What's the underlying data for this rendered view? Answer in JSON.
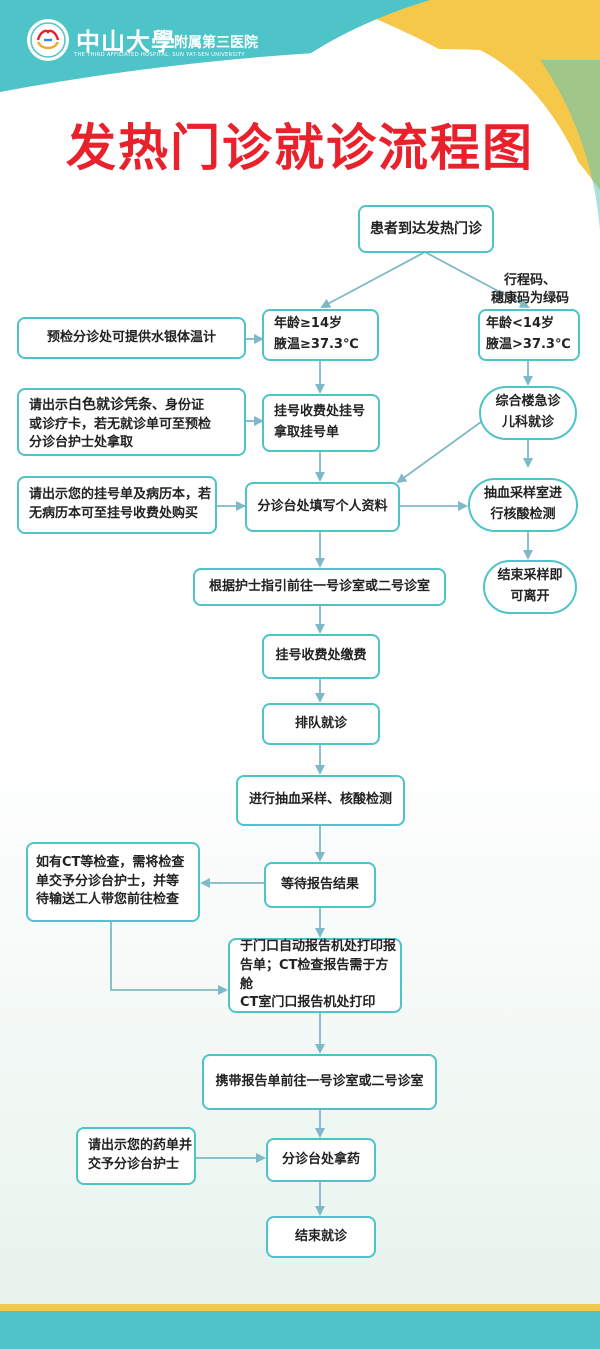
{
  "header": {
    "logo_main": "中山大學",
    "logo_sub": "附属第三医院",
    "logo_en": "THE THIRD AFFILIATED HOSPITAL, SUN YAT-SEN UNIVERSITY"
  },
  "title": "发热门诊就诊流程图",
  "colors": {
    "teal": "#4ec3c8",
    "yellow": "#f5c84a",
    "title_red": "#e8212c",
    "arrow": "#7fb8c9"
  },
  "nodes": {
    "start": "患者到达发热门诊",
    "green_code_note": "行程码、\n穗康码为绿码",
    "adult_cond": "年龄≥14岁\n腋温≥37.3℃",
    "child_cond": "年龄<14岁\n腋温>37.3℃",
    "thermometer_note": "预检分诊处可提供水银体温计",
    "id_docs_note_a": "请出示",
    "id_docs_note_b": "白色就诊凭条",
    "id_docs_note_c": "、身份证\n或诊疗卡，若无就诊单可至预检\n分诊台护士处拿取",
    "register": "挂号收费处挂号\n拿取挂号单",
    "emergency_peds": "综合楼急诊\n儿科就诊",
    "records_note": "请出示您的挂号单及病历本，若\n无病历本可至挂号收费处购买",
    "fill_info": "分诊台处填写个人资料",
    "sampling": "抽血采样室进\n行核酸检测",
    "leave": "结束采样即\n可离开",
    "go_room": "根据护士指引前往一号诊室或二号诊室",
    "pay": "挂号收费处缴费",
    "queue": "排队就诊",
    "blood_test": "进行抽血采样、核酸检测",
    "wait_report": "等待报告结果",
    "ct_note": "如有CT等检查，需将检查\n单交予分诊台护士，并等\n待输送工人带您前往检查",
    "print_report": "于门口自动报告机处打印报\n告单；CT检查报告需于方舱\nCT室门口报告机处打印",
    "bring_report": "携带报告单前往一号诊室或二号诊室",
    "medicine_note": "请出示您的药单并\n交予分诊台护士",
    "get_medicine": "分诊台处拿药",
    "end": "结束就诊"
  }
}
